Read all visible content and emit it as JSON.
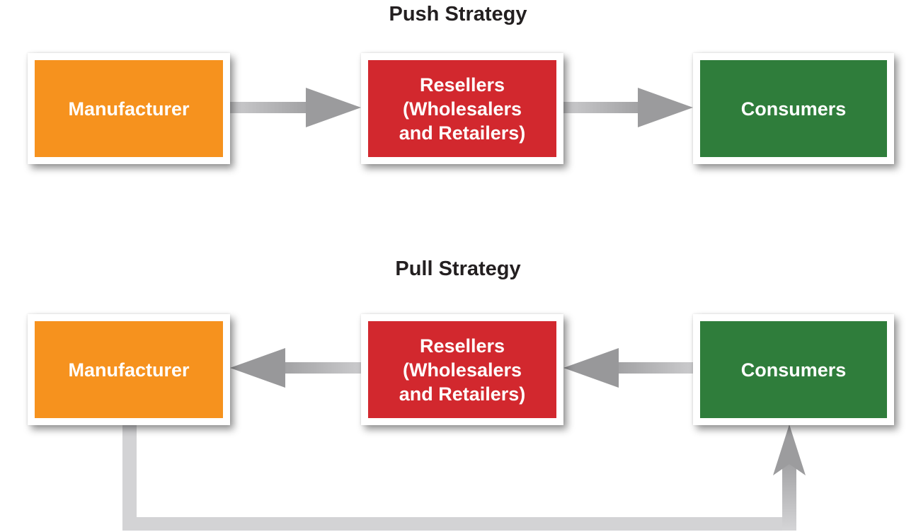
{
  "push": {
    "title": "Push Strategy",
    "manufacturer": {
      "label": "Manufacturer",
      "color": "#f6921e"
    },
    "resellers": {
      "line1": "Resellers",
      "line2": "(Wholesalers",
      "line3": "and Retailers)",
      "full_label": "Resellers (Wholesalers and Retailers)",
      "color": "#d2282e"
    },
    "consumers": {
      "label": "Consumers",
      "color": "#2f7d3b"
    },
    "flow_direction": "left-to-right",
    "arrows": [
      "manufacturer-to-resellers",
      "resellers-to-consumers"
    ]
  },
  "pull": {
    "title": "Pull Strategy",
    "manufacturer": {
      "label": "Manufacturer",
      "color": "#f6921e"
    },
    "resellers": {
      "line1": "Resellers",
      "line2": "(Wholesalers",
      "line3": "and Retailers)",
      "full_label": "Resellers (Wholesalers and Retailers)",
      "color": "#d2282e"
    },
    "consumers": {
      "label": "Consumers",
      "color": "#2f7d3b"
    },
    "flow_direction": "right-to-left",
    "arrows": [
      "resellers-to-manufacturer",
      "consumers-to-resellers",
      "manufacturer-to-consumers-loop"
    ]
  },
  "colors": {
    "title_text": "#231f20",
    "node_text": "#ffffff",
    "node_frame": "#ffffff",
    "arrow_head_gray": "#98989a",
    "arrow_shaft_light": "#cbcbcd",
    "arrow_shaft_dark": "#a0a0a2",
    "loop_line_gray": "#d3d3d5"
  }
}
